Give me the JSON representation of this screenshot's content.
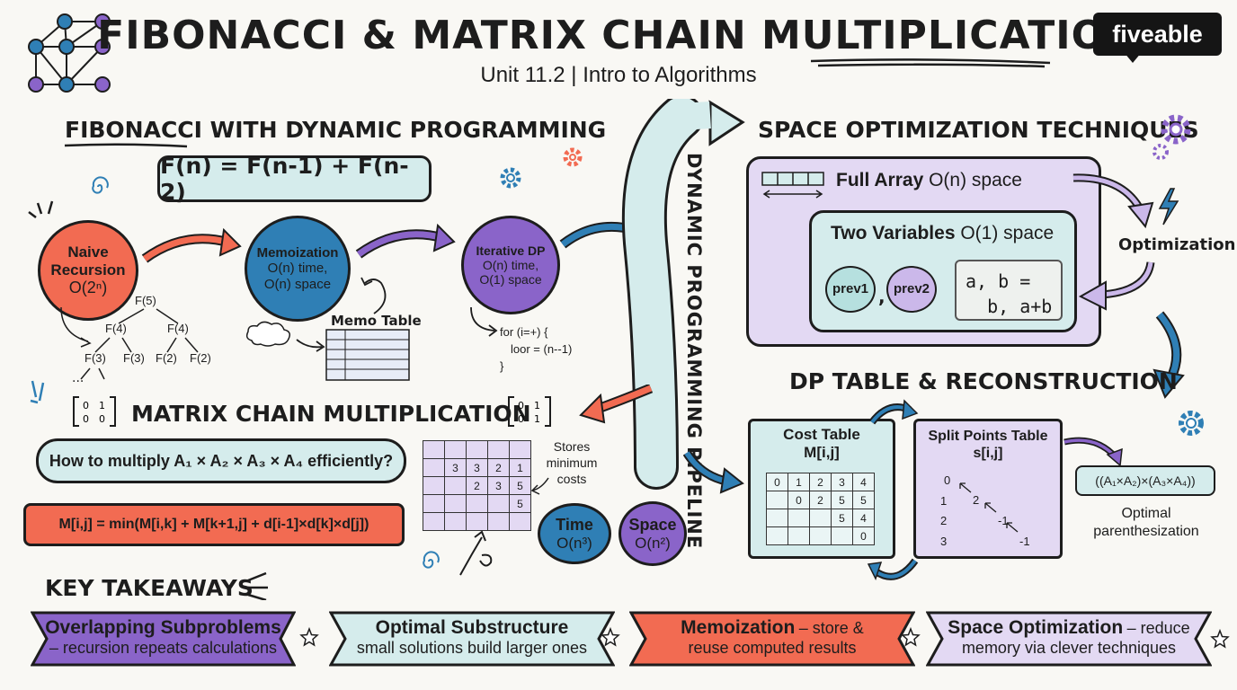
{
  "header": {
    "title": "FIBONACCI & MATRIX CHAIN MULTIPLICATION",
    "subtitle": "Unit 11.2 | Intro to Algorithms",
    "brand": "fiveable"
  },
  "fibonacci": {
    "heading": "FIBONACCI WITH DYNAMIC PROGRAMMING",
    "formula": "F(n) = F(n-1) + F(n-2)",
    "naive": {
      "line1": "Naive",
      "line2": "Recursion",
      "complexity": "O(2ⁿ)"
    },
    "memo": {
      "line1": "Memoization",
      "line2": "O(n) time,",
      "line3": "O(n) space"
    },
    "memo_table_label": "Memo Table",
    "iterative": {
      "line1": "Iterative DP",
      "line2": "O(n) time,",
      "line3": "O(1) space"
    },
    "code_line1": "for (i=+) {",
    "code_line2": "loor = (n--1)",
    "code_line3": "}",
    "tree": [
      "F(5)",
      "F(4)",
      "F(4)",
      "F(3)",
      "F(3)",
      "F(2)",
      "F(2)",
      "..."
    ]
  },
  "pipeline_label": "DYNAMIC PROGRAMMING PIPELINE",
  "matrix": {
    "heading": "MATRIX CHAIN MULTIPLICATION",
    "question_prefix": "How to multiply A",
    "question": "How to multiply A₁ × A₂ × A₃ × A₄ efficiently?",
    "recurrence": "M[i,j] = min(M[i,k] + M[k+1,j] + d[i-1]×d[k]×d[j])",
    "stores_line1": "Stores",
    "stores_line2": "minimum",
    "stores_line3": "costs",
    "grid": [
      [
        "",
        "",
        "",
        "",
        ""
      ],
      [
        "",
        "3",
        "3",
        "2",
        "1"
      ],
      [
        "",
        "",
        "2",
        "3",
        "5"
      ],
      [
        "",
        "",
        "",
        "",
        "5"
      ],
      [
        "",
        "",
        "",
        "",
        ""
      ]
    ],
    "time_label": "Time",
    "time_value": "O(n³)",
    "space_label": "Space",
    "space_value": "O(n²)"
  },
  "space_opt": {
    "heading": "SPACE OPTIMIZATION TECHNIQUES",
    "full_array_bold": "Full Array",
    "full_array_rest": "O(n) space",
    "two_vars_bold": "Two Variables",
    "two_vars_rest": "O(1) space",
    "prev1": "prev1",
    "prev2": "prev2",
    "comma": ",",
    "code": "a, b =\n  b, a+b",
    "optimization_label": "Optimization"
  },
  "dp_table": {
    "heading": "DP TABLE & RECONSTRUCTION",
    "cost_title": "Cost Table",
    "cost_sub": "M[i,j]",
    "cost_grid": [
      [
        "0",
        "1",
        "2",
        "3",
        "4"
      ],
      [
        "",
        "0",
        "2",
        "5",
        "5"
      ],
      [
        "",
        "",
        "",
        "5",
        "4"
      ],
      [
        "",
        "",
        "",
        "",
        "0"
      ]
    ],
    "split_title": "Split Points Table",
    "split_sub": "s[i,j]",
    "split_rows": [
      "0",
      "1",
      "2",
      "3"
    ],
    "split_vals": [
      "2",
      "-1",
      "-1"
    ],
    "parens": "((A₁×A₂)×(A₃×A₄))",
    "optimal_line1": "Optimal",
    "optimal_line2": "parenthesization"
  },
  "takeaways": {
    "heading": "KEY TAKEAWAYS",
    "items": [
      {
        "bold": "Overlapping Subproblems",
        "rest": "– recursion repeats calculations"
      },
      {
        "bold": "Optimal Substructure",
        "rest": "small solutions build larger ones"
      },
      {
        "bold": "Memoization",
        "rest_inline": "– store &",
        "rest": "reuse computed results"
      },
      {
        "bold": "Space Optimization",
        "rest_inline": "– reduce",
        "rest": "memory via clever techniques"
      }
    ]
  },
  "colors": {
    "orange": "#f26b52",
    "blue": "#2f7fb5",
    "purple": "#8a64c9",
    "teal_light": "#d5ecec",
    "lavender": "#e3d9f3"
  }
}
